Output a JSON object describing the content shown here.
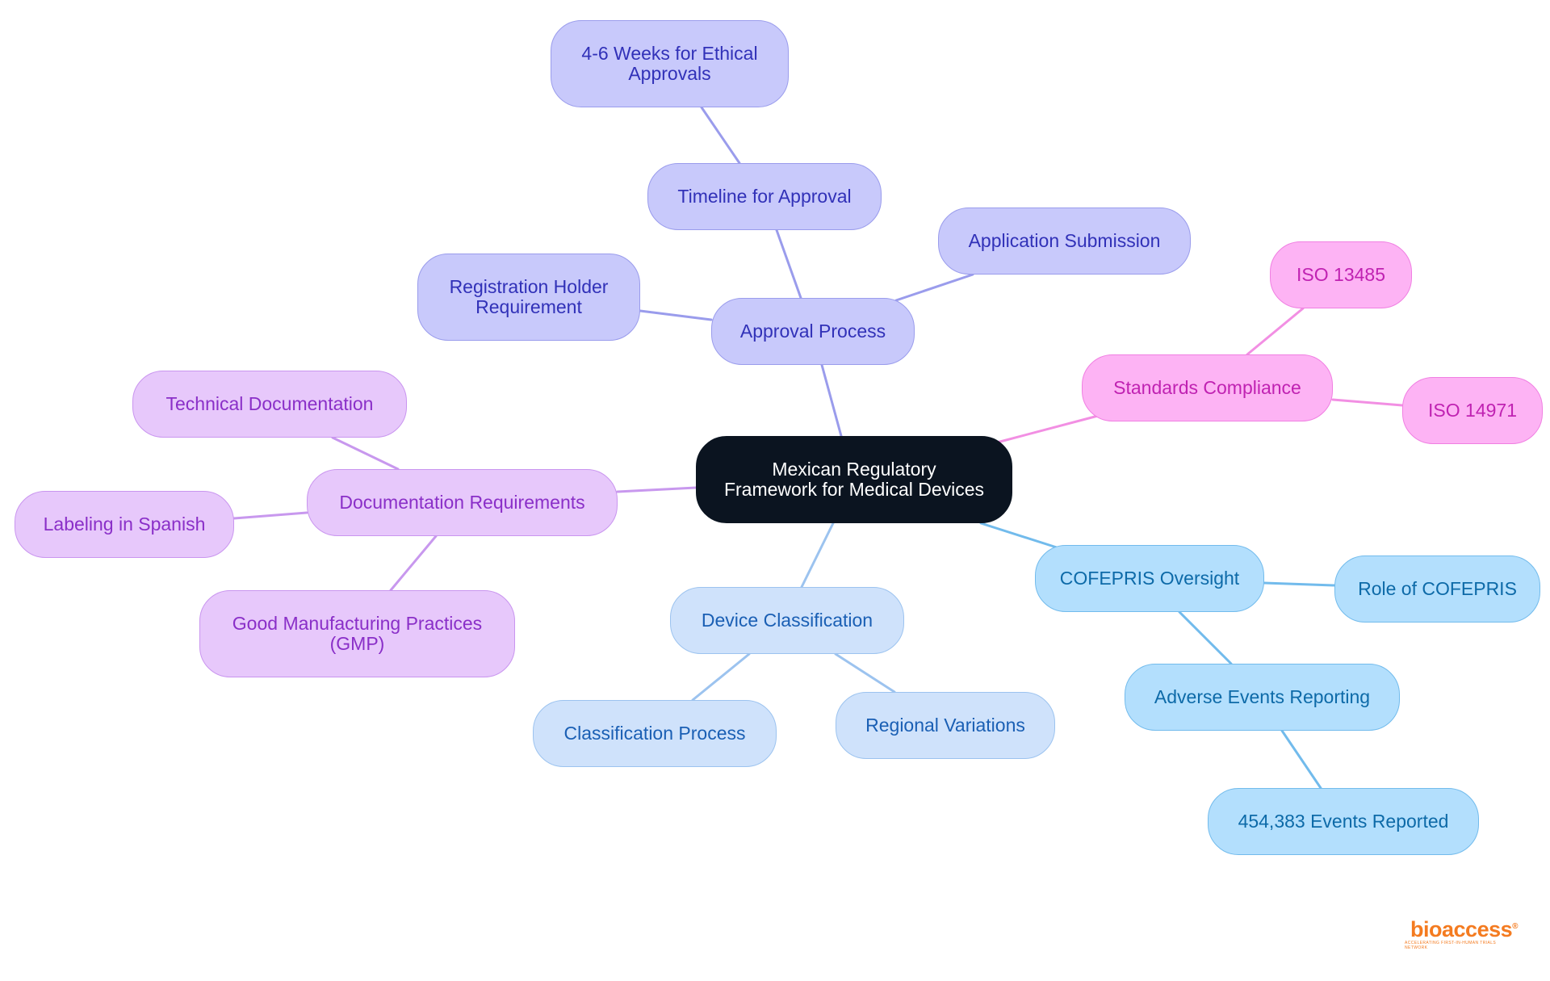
{
  "colors": {
    "root": {
      "fill": "#0b1420",
      "stroke": "#0b1420",
      "text": "#ffffff"
    },
    "approval": {
      "fill": "#c8c9fb",
      "stroke": "#9a9cec",
      "text": "#3131b8",
      "line": "#9a9cec"
    },
    "standards": {
      "fill": "#fdb3f4",
      "stroke": "#f07fe2",
      "text": "#c022b2",
      "line": "#f28fe3"
    },
    "documentation": {
      "fill": "#e7c8fb",
      "stroke": "#c995ef",
      "text": "#8a2fc8",
      "line": "#c898ee"
    },
    "device": {
      "fill": "#cfe2fb",
      "stroke": "#9cc3ef",
      "text": "#1a5fb4",
      "line": "#9cc3ef"
    },
    "cofepris": {
      "fill": "#b3dffd",
      "stroke": "#72bbec",
      "text": "#0d6aa8",
      "line": "#72bbec"
    },
    "brand": "#f47b20"
  },
  "nodes": [
    {
      "id": "root",
      "label": "Mexican Regulatory\nFramework for Medical Devices",
      "group": "root"
    },
    {
      "id": "approval",
      "label": "Approval Process",
      "group": "approval"
    },
    {
      "id": "timeline",
      "label": "Timeline for Approval",
      "group": "approval"
    },
    {
      "id": "ethical",
      "label": "4-6 Weeks for Ethical\nApprovals",
      "group": "approval"
    },
    {
      "id": "application",
      "label": "Application Submission",
      "group": "approval"
    },
    {
      "id": "holder",
      "label": "Registration Holder\nRequirement",
      "group": "approval"
    },
    {
      "id": "standards",
      "label": "Standards Compliance",
      "group": "standards"
    },
    {
      "id": "iso13485",
      "label": "ISO 13485",
      "group": "standards"
    },
    {
      "id": "iso14971",
      "label": "ISO 14971",
      "group": "standards"
    },
    {
      "id": "documentation",
      "label": "Documentation Requirements",
      "group": "documentation"
    },
    {
      "id": "technical",
      "label": "Technical Documentation",
      "group": "documentation"
    },
    {
      "id": "labeling",
      "label": "Labeling in Spanish",
      "group": "documentation"
    },
    {
      "id": "gmp",
      "label": "Good Manufacturing Practices\n(GMP)",
      "group": "documentation"
    },
    {
      "id": "device",
      "label": "Device Classification",
      "group": "device"
    },
    {
      "id": "classification",
      "label": "Classification Process",
      "group": "device"
    },
    {
      "id": "regional",
      "label": "Regional Variations",
      "group": "device"
    },
    {
      "id": "cofepris",
      "label": "COFEPRIS Oversight",
      "group": "cofepris"
    },
    {
      "id": "role",
      "label": "Role of COFEPRIS",
      "group": "cofepris"
    },
    {
      "id": "adverse",
      "label": "Adverse Events Reporting",
      "group": "cofepris"
    },
    {
      "id": "events",
      "label": "454,383 Events Reported",
      "group": "cofepris"
    }
  ],
  "edges": [
    {
      "from": "root",
      "to": "approval",
      "group": "approval"
    },
    {
      "from": "approval",
      "to": "timeline",
      "group": "approval"
    },
    {
      "from": "timeline",
      "to": "ethical",
      "group": "approval"
    },
    {
      "from": "approval",
      "to": "application",
      "group": "approval"
    },
    {
      "from": "approval",
      "to": "holder",
      "group": "approval"
    },
    {
      "from": "root",
      "to": "standards",
      "group": "standards"
    },
    {
      "from": "standards",
      "to": "iso13485",
      "group": "standards"
    },
    {
      "from": "standards",
      "to": "iso14971",
      "group": "standards"
    },
    {
      "from": "root",
      "to": "documentation",
      "group": "documentation"
    },
    {
      "from": "documentation",
      "to": "technical",
      "group": "documentation"
    },
    {
      "from": "documentation",
      "to": "labeling",
      "group": "documentation"
    },
    {
      "from": "documentation",
      "to": "gmp",
      "group": "documentation"
    },
    {
      "from": "root",
      "to": "device",
      "group": "device"
    },
    {
      "from": "device",
      "to": "classification",
      "group": "device"
    },
    {
      "from": "device",
      "to": "regional",
      "group": "device"
    },
    {
      "from": "root",
      "to": "cofepris",
      "group": "cofepris"
    },
    {
      "from": "cofepris",
      "to": "role",
      "group": "cofepris"
    },
    {
      "from": "cofepris",
      "to": "adverse",
      "group": "cofepris"
    },
    {
      "from": "adverse",
      "to": "events",
      "group": "cofepris"
    }
  ],
  "logo": {
    "wordmark": "bioaccess",
    "registered": "®",
    "tagline": "ACCELERATING FIRST-IN-HUMAN TRIALS NETWORK"
  }
}
